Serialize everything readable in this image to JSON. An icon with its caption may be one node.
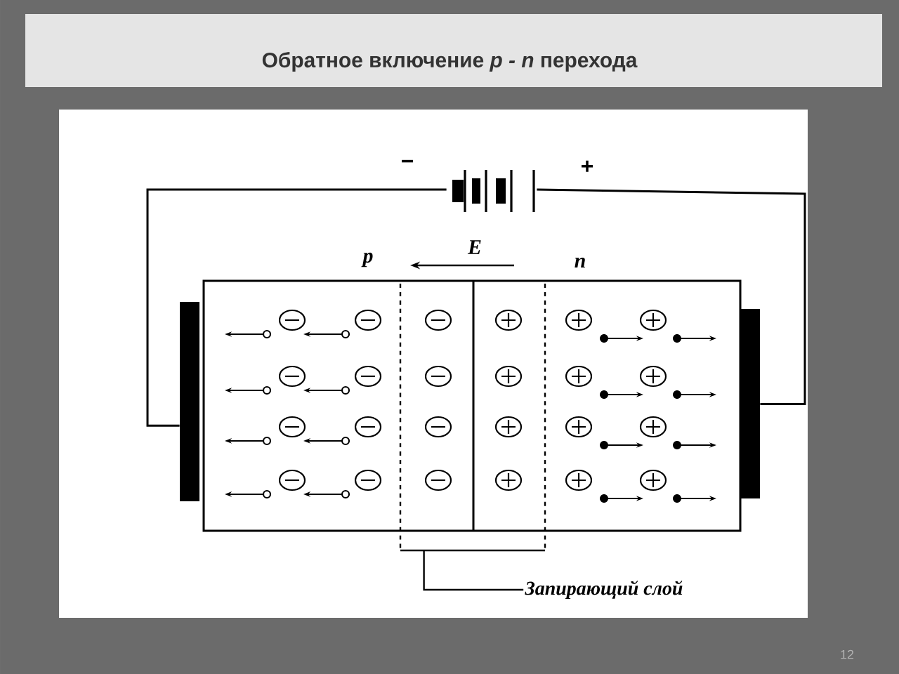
{
  "diagram": {
    "title": "Обратное включение *p - n* перехода",
    "nodes": [
      {
        "text": [],
        "shape": "battery"
      },
      {
        "text": [],
        "shape": "bar"
      },
      {
        "text": [],
        "shape": "bar"
      },
      {
        "text": [],
        "shape": "box"
      },
      {
        "text": [],
        "shape": "box"
      },
      {
        "text": [
          "Запирающий слой"
        ]
      }
    ],
    "edges": [
      {
        "from": 0,
        "to": 1,
        "arrow": "none"
      },
      {
        "from": 0,
        "to": 2,
        "arrow": "none"
      },
      {
        "from": 5,
        "to": 4,
        "arrow": "none"
      }
    ],
    "labels": [
      "−",
      "+",
      "p",
      "E",
      "n",
      "12"
    ]
  }
}
